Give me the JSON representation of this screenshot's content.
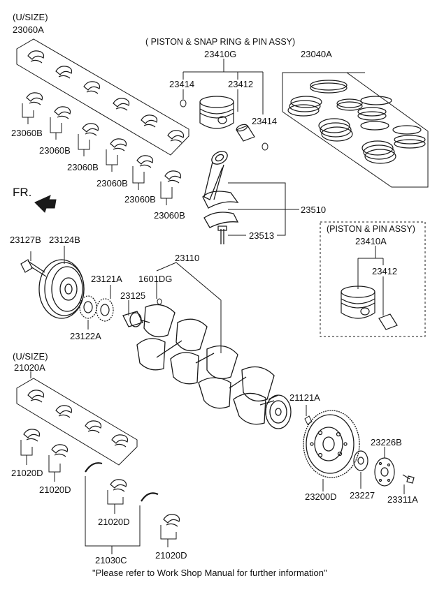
{
  "header": {
    "usize_top": "(U/SIZE)",
    "usize_bottom": "(U/SIZE)",
    "piston_snap_assy": "( PISTON & SNAP RING & PIN ASSY)",
    "piston_pin_assy": "(PISTON & PIN ASSY)",
    "front_marker": "FR."
  },
  "parts": {
    "p23060A": "23060A",
    "p23060B_1": "23060B",
    "p23060B_2": "23060B",
    "p23060B_3": "23060B",
    "p23060B_4": "23060B",
    "p23060B_5": "23060B",
    "p23060B_6": "23060B",
    "p23410G": "23410G",
    "p23414_a": "23414",
    "p23412_a": "23412",
    "p23414_b": "23414",
    "p23040A": "23040A",
    "p23510": "23510",
    "p23513": "23513",
    "p23410A": "23410A",
    "p23412_b": "23412",
    "p23127B": "23127B",
    "p23124B": "23124B",
    "p23121A": "23121A",
    "p23122A": "23122A",
    "p23125": "23125",
    "p1601DG": "1601DG",
    "p23110": "23110",
    "p21020A": "21020A",
    "p21020D_1": "21020D",
    "p21020D_2": "21020D",
    "p21020D_3": "21020D",
    "p21020D_4": "21020D",
    "p21030C": "21030C",
    "p21121A": "21121A",
    "p23226B": "23226B",
    "p23200D": "23200D",
    "p23227": "23227",
    "p23311A": "23311A"
  },
  "footer": {
    "note": "\"Please refer to Work Shop Manual for further information\""
  }
}
